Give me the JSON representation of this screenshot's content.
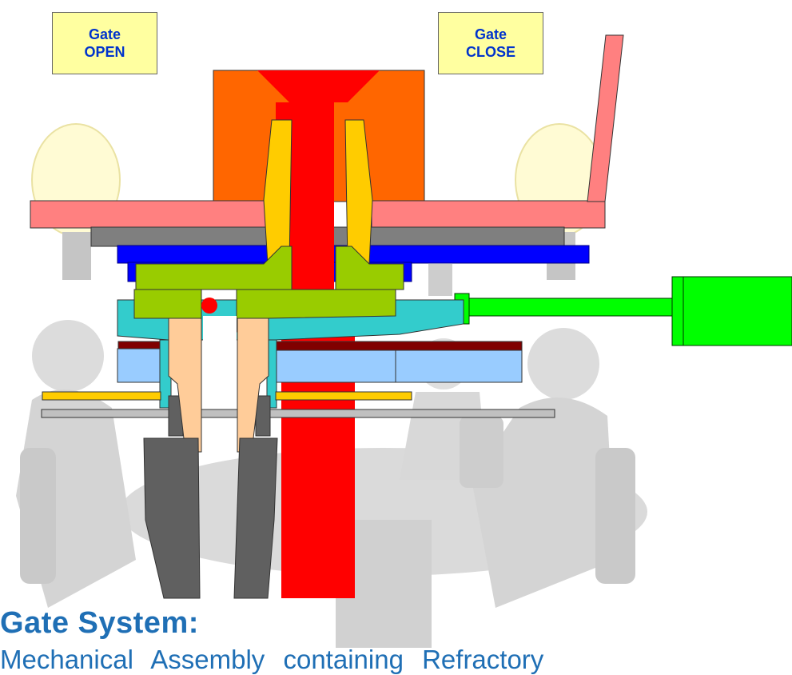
{
  "labels": {
    "gate_open_line1": "Gate",
    "gate_open_line2": "OPEN",
    "gate_close_line1": "Gate",
    "gate_close_line2": "CLOSE"
  },
  "caption": {
    "title": "Gate System:",
    "line": "Mechanical Assembly containing Refractory"
  },
  "colors": {
    "molten_stream": "#ff0000",
    "ladle_block": "#ff6600",
    "nozzle_insert": "#ffcc00",
    "top_frame": "#ff8080",
    "grey_plate": "#7f7f7f",
    "blue_plate": "#0000ff",
    "green_collector": "#99cc00",
    "teal_slide": "#33cccc",
    "light_blue_plate": "#99ccff",
    "dark_red_strip": "#800000",
    "peach_nozzle": "#ffcc99",
    "cylinder": "#00ff00",
    "label_fill": "#ffffa0",
    "text_blue": "#1f6fb5"
  },
  "background_scene": "meeting-room-figures"
}
